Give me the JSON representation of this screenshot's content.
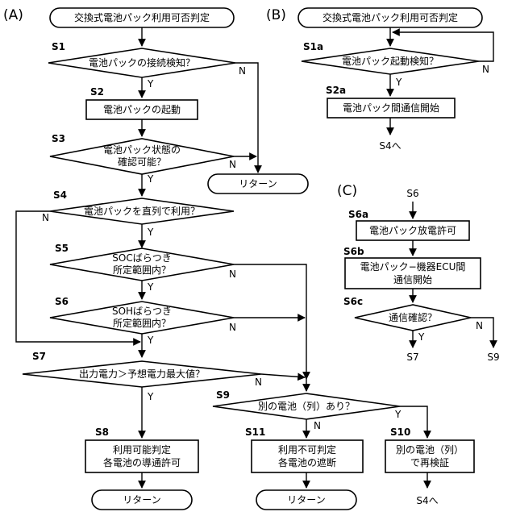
{
  "sections": {
    "a": "(A)",
    "b": "(B)",
    "c": "(C)"
  },
  "a": {
    "start": "交換式電池パック利用可否判定",
    "s1": {
      "step": "S1",
      "text": "電池パックの接続検知？"
    },
    "s2": {
      "step": "S2",
      "text": "電池パックの起動"
    },
    "s3": {
      "step": "S3",
      "line1": "電池パック状態の",
      "line2": "確認可能？"
    },
    "s4": {
      "step": "S4",
      "text": "電池パックを直列で利用？"
    },
    "s5": {
      "step": "S5",
      "line1": "SOCばらつき",
      "line2": "所定範囲内？"
    },
    "s6": {
      "step": "S6",
      "line1": "SOHばらつき",
      "line2": "所定範囲内？"
    },
    "s7": {
      "step": "S7",
      "text": "出力電力＞予想電力最大値？"
    },
    "s8": {
      "step": "S8",
      "line1": "利用可能判定",
      "line2": "各電池の導通許可"
    },
    "s9": {
      "step": "S9",
      "text": "別の電池（列）あり？"
    },
    "s10": {
      "step": "S10",
      "line1": "別の電池（列）",
      "line2": "で再検証"
    },
    "s11": {
      "step": "S11",
      "line1": "利用不可判定",
      "line2": "各電池の遮断"
    },
    "return": "リターン",
    "to_s4": "S4へ"
  },
  "b": {
    "start": "交換式電池パック利用可否判定",
    "s1a": {
      "step": "S1a",
      "text": "電池パック起動検知？"
    },
    "s2a": {
      "step": "S2a",
      "text": "電池パック間通信開始"
    },
    "to_s4": "S4へ"
  },
  "c": {
    "entry": "S6",
    "s6a": {
      "step": "S6a",
      "text": "電池パック放電許可"
    },
    "s6b": {
      "step": "S6b",
      "line1": "電池パック−機器ECU間",
      "line2": "通信開始"
    },
    "s6c": {
      "step": "S6c",
      "text": "通信確認？"
    },
    "to_s7": "S7",
    "to_s9": "S9"
  },
  "yes": "Y",
  "no": "N"
}
